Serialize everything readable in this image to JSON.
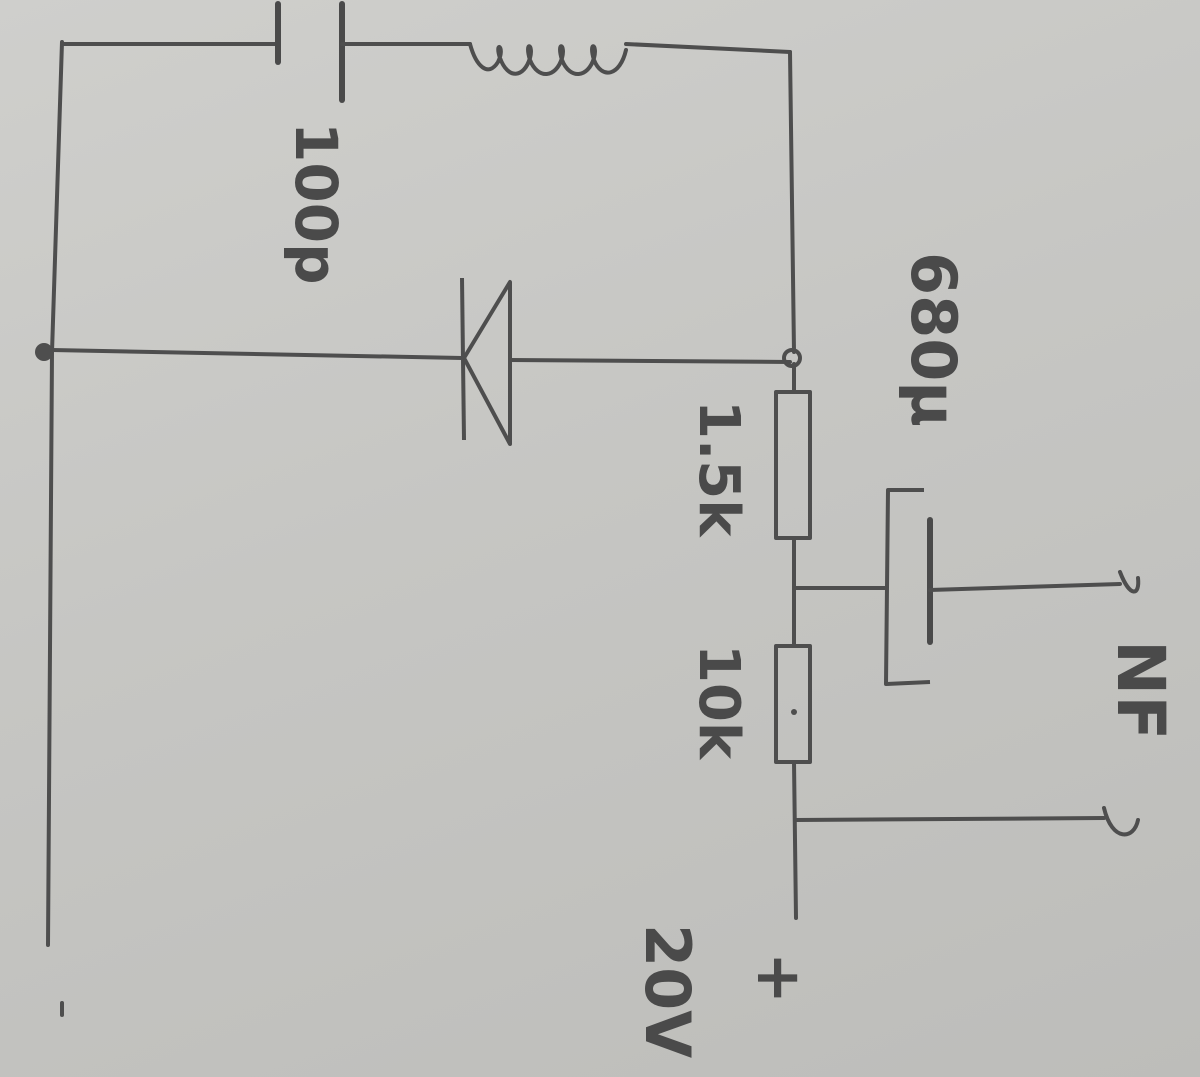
{
  "labels": {
    "capacitor_100p": "100p",
    "capacitor_680u": "680µ",
    "resistor_1_5k": "1.5k",
    "resistor_10k": "10k",
    "output_nf": "NF",
    "supply_plus": "+",
    "supply_minus": "-",
    "supply_voltage": "20V"
  },
  "colors": {
    "paper": "#c9c9c6",
    "pencil": "#4e4e4e"
  }
}
